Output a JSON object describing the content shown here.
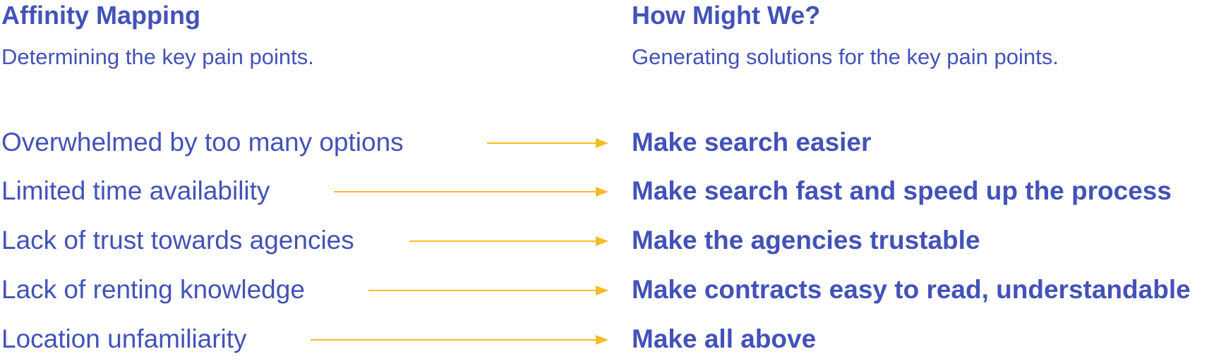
{
  "left_column": {
    "title": "Affinity Mapping",
    "subtitle": "Determining the key pain points."
  },
  "right_column": {
    "title": "How Might We?",
    "subtitle": "Generating solutions for the key pain points."
  },
  "colors": {
    "text": "#4352b8",
    "arrow": "#f9bb24"
  },
  "mappings": [
    {
      "pain_point": "Overwhelmed by too many options",
      "solution": "Make search easier"
    },
    {
      "pain_point": "Limited time availability",
      "solution": "Make search fast and speed up the process"
    },
    {
      "pain_point": "Lack of trust towards agencies",
      "solution": "Make the agencies trustable"
    },
    {
      "pain_point": "Lack of renting knowledge",
      "solution": "Make contracts easy to read, understandable"
    },
    {
      "pain_point": "Location unfamiliarity",
      "solution": "Make all above"
    }
  ]
}
